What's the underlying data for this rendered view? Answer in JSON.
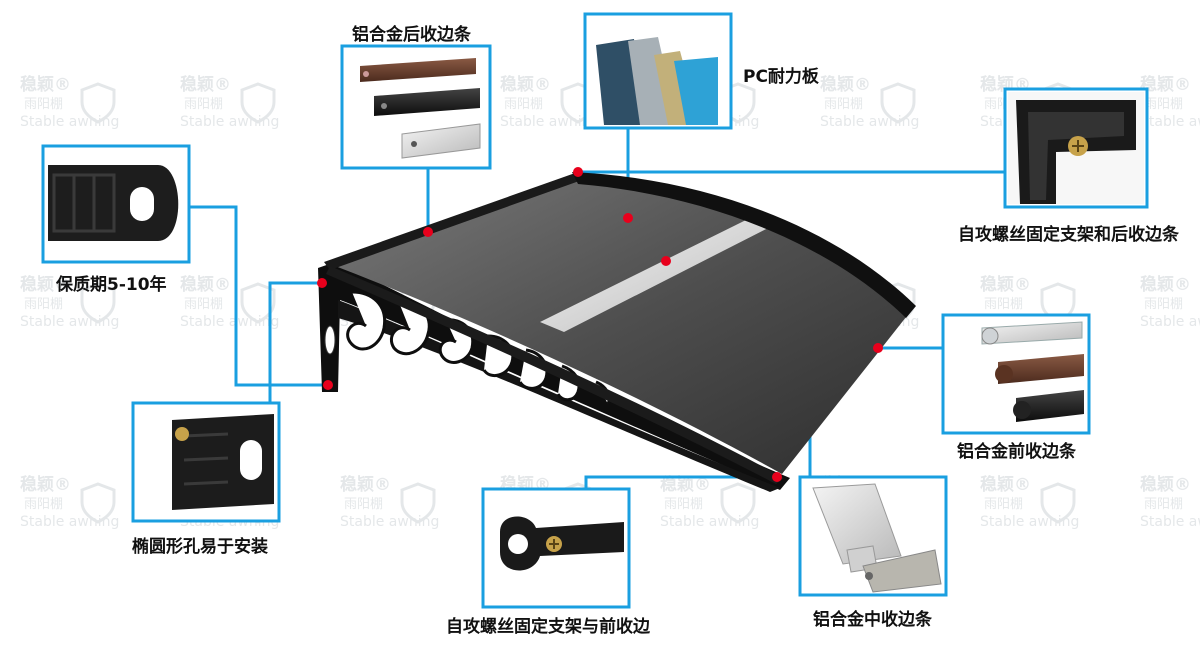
{
  "watermark": {
    "brand": "稳颖",
    "sub": "雨阳棚",
    "english": "Stable awning",
    "reg": "®"
  },
  "labels": {
    "rear_trim": "铝合金后收边条",
    "pc_panel": "PC耐力板",
    "rear_bracket": "自攻螺丝固定支架和后收边条",
    "warranty": "保质期5-10年",
    "front_trim": "铝合金前收边条",
    "oval_hole": "椭圆形孔易于安装",
    "front_bracket": "自攻螺丝固定支架与前收边",
    "middle_trim": "铝合金中收边条"
  },
  "colors": {
    "callout": "#1a9fe0",
    "dot": "#e8001c",
    "frame": "#111111",
    "panel": "#5a5a5a",
    "strip": "#e6e6e6"
  }
}
